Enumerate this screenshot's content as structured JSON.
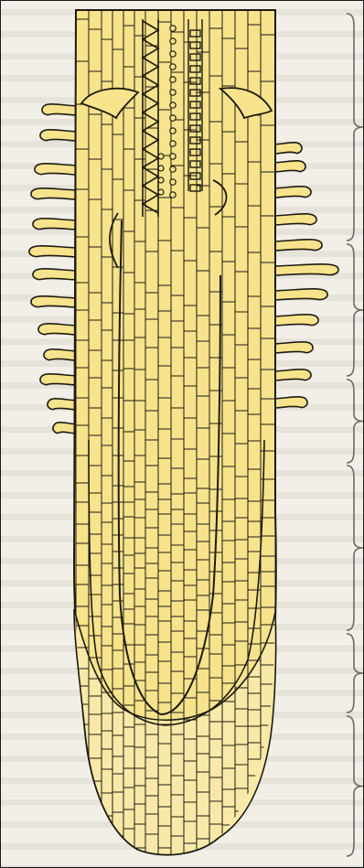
{
  "figure": {
    "description_visible_text": "",
    "colors": {
      "tissue_fill": "#f6e38c",
      "tissue_fill_light": "#f9eaa6",
      "cap_fill": "#f7e8a4",
      "cell_line": "#1e1a10",
      "bracket": "#6d6a62",
      "paper": "#f1efe8",
      "ghost_text": "#d8d5cd"
    },
    "brackets": [
      {
        "name": "root-hair-zone-bracket-upper"
      },
      {
        "name": "root-hair-zone-bracket-lower"
      },
      {
        "name": "elongation-zone-bracket"
      },
      {
        "name": "meristem-zone-bracket"
      },
      {
        "name": "root-cap-zone-bracket-1"
      },
      {
        "name": "root-cap-zone-bracket-2"
      }
    ]
  }
}
